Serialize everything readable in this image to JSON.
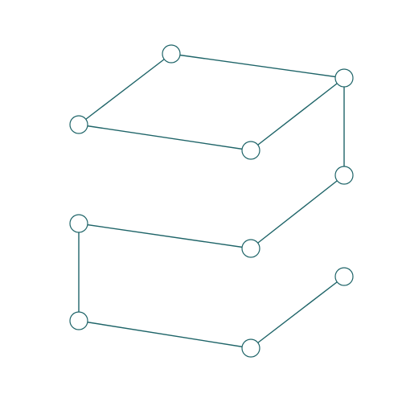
{
  "style": {
    "background": "#ffffff",
    "stroke_color": "#1e6468",
    "node_fill": "#ffffff"
  },
  "graph": {
    "node_count": 10,
    "edges": [
      [
        "n1",
        "n2"
      ],
      [
        "n2",
        "n3"
      ],
      [
        "n3",
        "n4"
      ],
      [
        "n4",
        "n1"
      ],
      [
        "n3",
        "n5"
      ],
      [
        "n5",
        "n6"
      ],
      [
        "n6",
        "n7"
      ],
      [
        "n7",
        "n8"
      ],
      [
        "n8",
        "n9"
      ],
      [
        "n9",
        "n10"
      ]
    ]
  }
}
